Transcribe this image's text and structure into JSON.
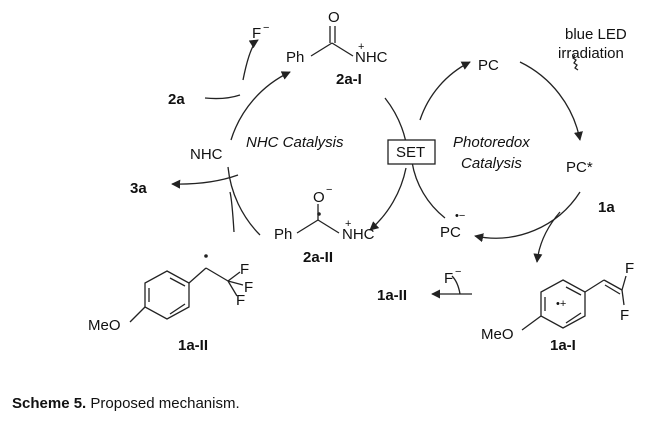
{
  "labels": {
    "fluoride_top": "F",
    "fluoride_top_charge": "−",
    "ph_top": "Ph",
    "oxygen_top": "O",
    "nhc_top": "NHC",
    "plus_top": "+",
    "cmpd_2a_I": "2a-I",
    "cmpd_2a": "2a",
    "nhc_left": "NHC",
    "cmpd_3a": "3a",
    "nhc_catalysis": "NHC Catalysis",
    "set": "SET",
    "photoredox_1": "Photoredox",
    "photoredox_2": "Catalysis",
    "pc_top": "PC",
    "blue_led_1": "blue LED",
    "blue_led_2": "irradiation",
    "pc_star": "PC*",
    "cmpd_1a": "1a",
    "pc_minus": "PC",
    "pc_minus_charge": "•−",
    "oxygen_mid": "O",
    "oxygen_mid_charge": "−",
    "ph_mid": "Ph",
    "nhc_mid": "NHC",
    "plus_mid": "+",
    "cmpd_2a_II": "2a-II",
    "fluoride_mid": "F",
    "fluoride_mid_charge": "−",
    "cmpd_1a_II_arrow": "1a-II",
    "meo_left": "MeO",
    "cmpd_1a_II": "1a-II",
    "f1": "F",
    "f2": "F",
    "f3": "F",
    "meo_right": "MeO",
    "cmpd_1a_I": "1a-I",
    "radical_cation": "•+",
    "f4": "F",
    "f5": "F"
  },
  "caption": {
    "label": "Scheme 5.",
    "text": " Proposed mechanism."
  }
}
